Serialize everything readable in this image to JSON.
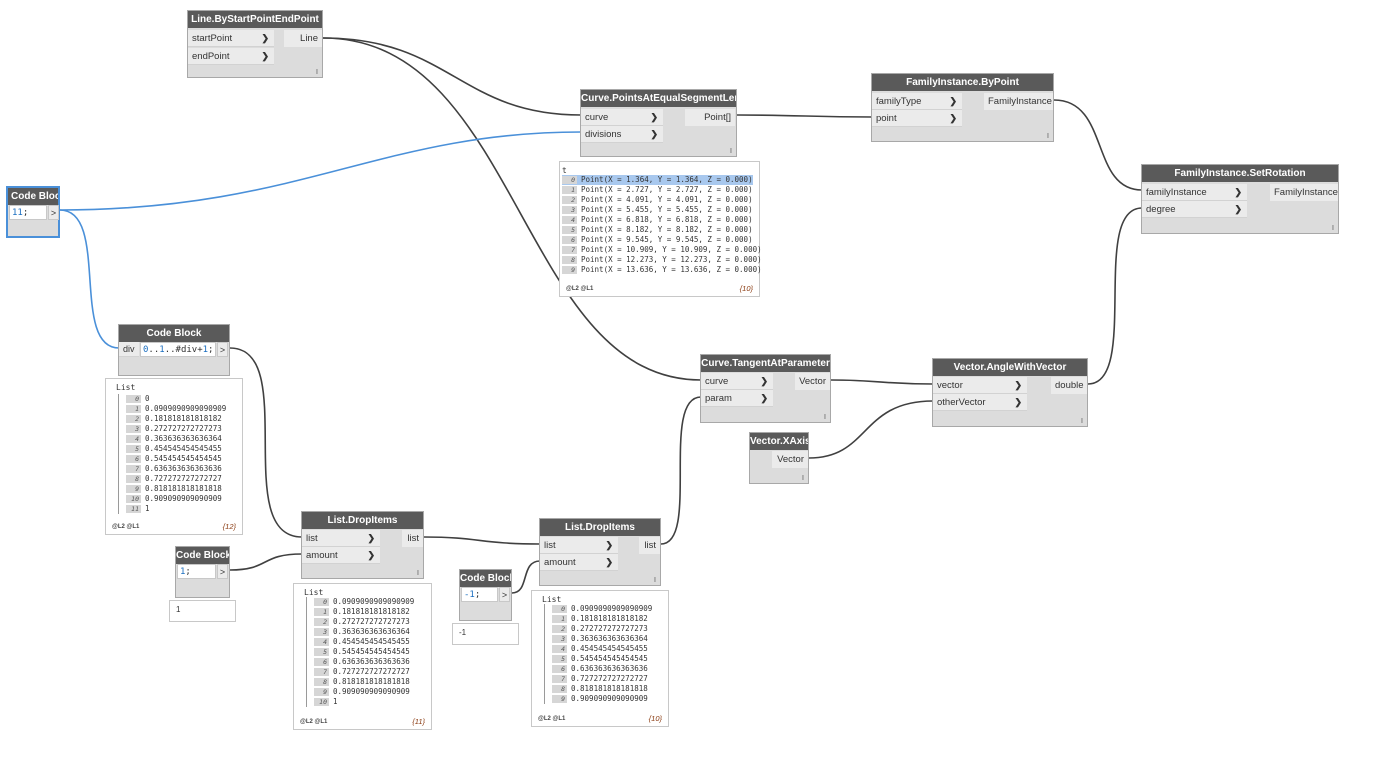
{
  "nodes": {
    "line_by_start_end": {
      "title": "Line.ByStartPointEndPoint",
      "inputs": [
        "startPoint",
        "endPoint"
      ],
      "output": "Line"
    },
    "points_at_equal_segment": {
      "title": "Curve.PointsAtEqualSegmentLength",
      "inputs": [
        "curve",
        "divisions"
      ],
      "output": "Point[]"
    },
    "family_by_point": {
      "title": "FamilyInstance.ByPoint",
      "inputs": [
        "familyType",
        "point"
      ],
      "output": "FamilyInstance"
    },
    "set_rotation": {
      "title": "FamilyInstance.SetRotation",
      "inputs": [
        "familyInstance",
        "degree"
      ],
      "output": "FamilyInstance"
    },
    "code_block_11": {
      "title": "Code Block",
      "code_num": "11",
      "code_end": ";",
      "out": ">"
    },
    "code_block_range": {
      "title": "Code Block",
      "input": "div",
      "code_num1": "0",
      "code_mid": "..",
      "code_num2": "1",
      "code_rest": "..#div+",
      "code_num3": "1",
      "code_end": ";",
      "out": ">"
    },
    "code_block_1": {
      "title": "Code Block",
      "code_num": "1",
      "code_end": ";",
      "out": ">",
      "watch": "1"
    },
    "code_block_neg1": {
      "title": "Code Block",
      "code_num": "-1",
      "code_end": ";",
      "out": ">",
      "watch": "-1"
    },
    "drop_items_1": {
      "title": "List.DropItems",
      "inputs": [
        "list",
        "amount"
      ],
      "output": "list"
    },
    "drop_items_2": {
      "title": "List.DropItems",
      "inputs": [
        "list",
        "amount"
      ],
      "output": "list"
    },
    "tangent_at_param": {
      "title": "Curve.TangentAtParameter",
      "inputs": [
        "curve",
        "param"
      ],
      "output": "Vector"
    },
    "angle_with_vector": {
      "title": "Vector.AngleWithVector",
      "inputs": [
        "vector",
        "otherVector"
      ],
      "output": "double"
    },
    "vector_xaxis": {
      "title": "Vector.XAxis",
      "output": "Vector"
    }
  },
  "previews": {
    "points": {
      "label": "t",
      "rows": [
        "Point(X = 1.364, Y = 1.364, Z = 0.000)",
        "Point(X = 2.727, Y = 2.727, Z = 0.000)",
        "Point(X = 4.091, Y = 4.091, Z = 0.000)",
        "Point(X = 5.455, Y = 5.455, Z = 0.000)",
        "Point(X = 6.818, Y = 6.818, Z = 0.000)",
        "Point(X = 8.182, Y = 8.182, Z = 0.000)",
        "Point(X = 9.545, Y = 9.545, Z = 0.000)",
        "Point(X = 10.909, Y = 10.909, Z = 0.000)",
        "Point(X = 12.273, Y = 12.273, Z = 0.000)",
        "Point(X = 13.636, Y = 13.636, Z = 0.000)"
      ],
      "footer": "@L2 @L1",
      "count": "{10}"
    },
    "range": {
      "label": "List",
      "rows": [
        "0",
        "0.0909090909090909",
        "0.181818181818182",
        "0.272727272727273",
        "0.363636363636364",
        "0.454545454545455",
        "0.545454545454545",
        "0.636363636363636",
        "0.727272727272727",
        "0.818181818181818",
        "0.909090909090909",
        "1"
      ],
      "footer": "@L2 @L1",
      "count": "{12}"
    },
    "drop1": {
      "label": "List",
      "rows": [
        "0.0909090909090909",
        "0.181818181818182",
        "0.272727272727273",
        "0.363636363636364",
        "0.454545454545455",
        "0.545454545454545",
        "0.636363636363636",
        "0.727272727272727",
        "0.818181818181818",
        "0.909090909090909",
        "1"
      ],
      "footer": "@L2 @L1",
      "count": "{11}"
    },
    "drop2": {
      "label": "List",
      "rows": [
        "0.0909090909090909",
        "0.181818181818182",
        "0.272727272727273",
        "0.363636363636364",
        "0.454545454545455",
        "0.545454545454545",
        "0.636363636363636",
        "0.727272727272727",
        "0.818181818181818",
        "0.909090909090909"
      ],
      "footer": "@L2 @L1",
      "count": "{10}"
    }
  },
  "lacing_marker": "I",
  "colors": {
    "node_header": "#5a5a5a",
    "node_body": "#dcdcdc",
    "wire": "#404040",
    "wire_selected": "#4a90d9",
    "selection_border": "#4a90d9",
    "number_literal": "#1a6ec0",
    "highlight_row": "#a8c8ee",
    "count_text": "#8a3a10"
  }
}
